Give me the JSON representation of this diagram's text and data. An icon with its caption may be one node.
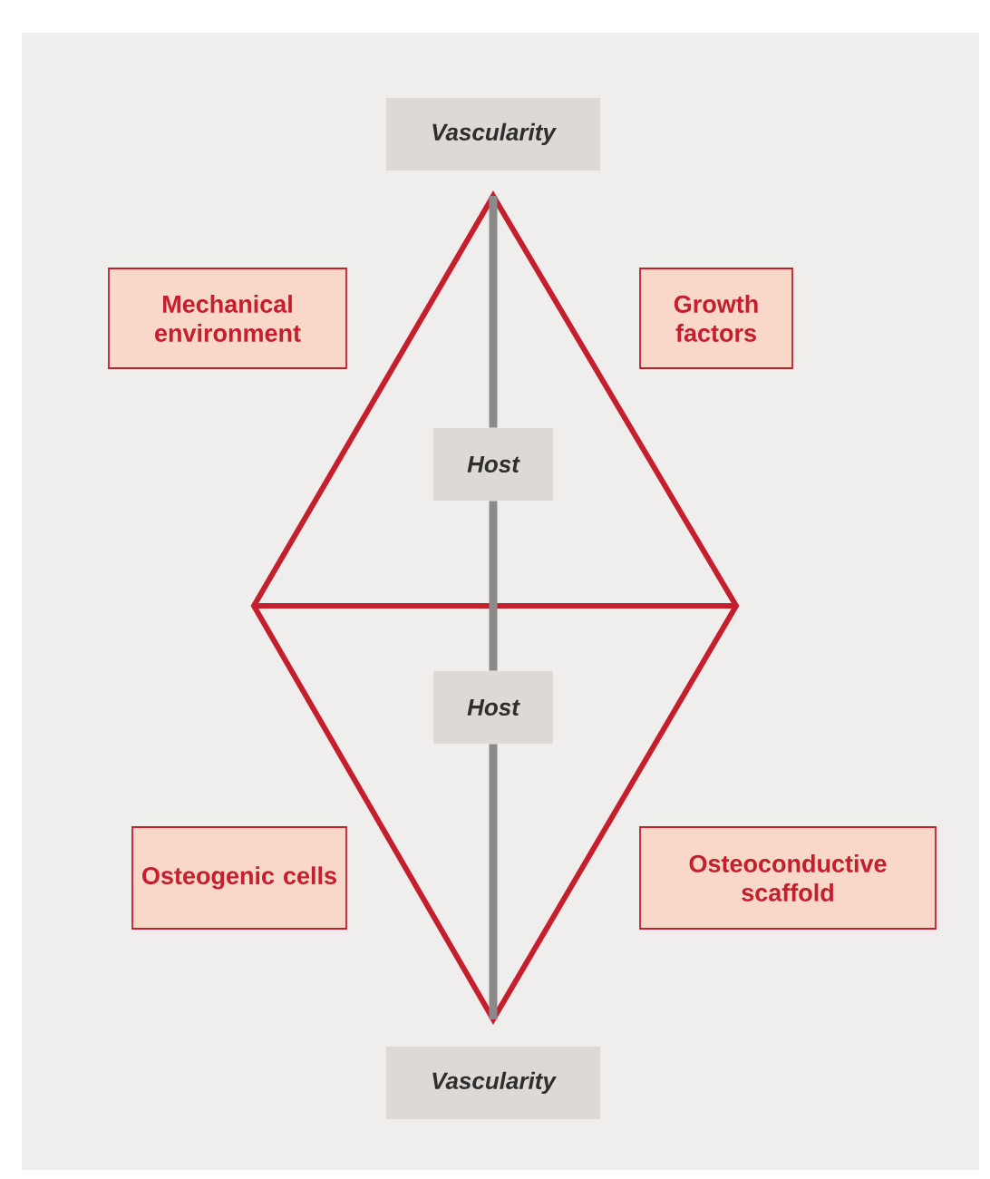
{
  "diagram": {
    "nodes": [
      {
        "text": [
          "Vascularity"
        ]
      },
      {
        "text": [
          "Mechanical environment"
        ]
      },
      {
        "text": [
          "Growth factors"
        ]
      },
      {
        "text": [
          "Host"
        ]
      },
      {
        "text": [
          "Host"
        ]
      },
      {
        "text": [
          "Osteogenic cells"
        ]
      },
      {
        "text": [
          "Osteoconductive scaffold"
        ]
      },
      {
        "text": [
          "Vascularity"
        ]
      }
    ],
    "edges": [
      {
        "from": null,
        "to": 3,
        "arrow": "none"
      },
      {
        "from": 3,
        "to": 4,
        "arrow": "none"
      },
      {
        "from": 4,
        "to": null,
        "arrow": "none"
      }
    ]
  }
}
